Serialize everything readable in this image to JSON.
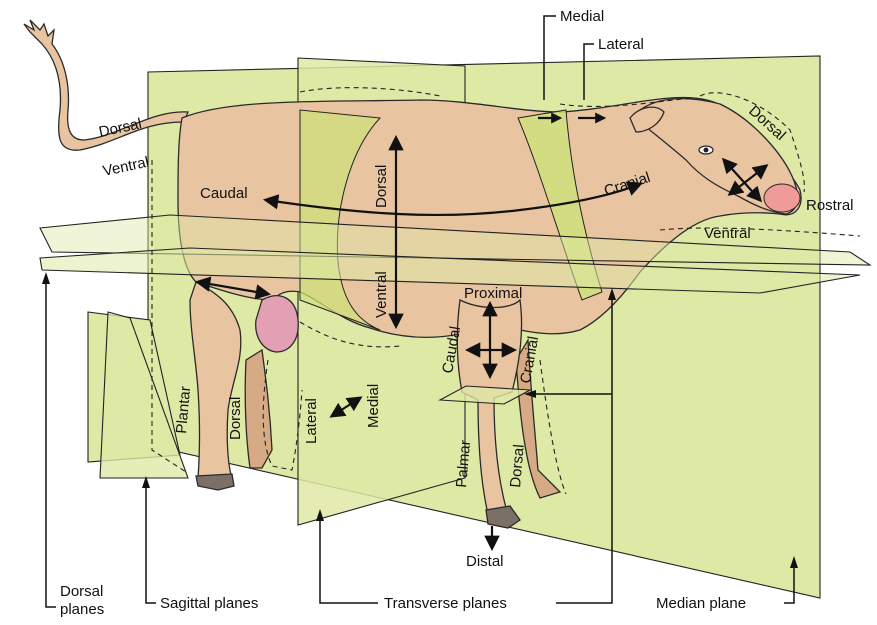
{
  "colors": {
    "plane_fill": "#dfe9a6",
    "plane_highlight": "#cfe07a",
    "cow_body": "#e8c4a1",
    "cow_shadow": "#d6aa84",
    "udder": "#e3a0b4",
    "nose": "#f19a9a",
    "hoof": "#7c6f68",
    "line": "#111111"
  },
  "labels": {
    "dorsal_tail": "Dorsal",
    "ventral_tail": "Ventral",
    "caudal": "Caudal",
    "cranial": "Cranial",
    "dorsal_trunk": "Dorsal",
    "ventral_trunk": "Ventral",
    "medial_top": "Medial",
    "lateral_top": "Lateral",
    "dorsal_head": "Dorsal",
    "rostral": "Rostral",
    "ventral_head": "Ventral",
    "proximal": "Proximal",
    "caudal_leg": "Caudal",
    "cranial_leg": "Cranial",
    "plantar": "Plantar",
    "dorsal_hindleg": "Dorsal",
    "lateral_leg": "Lateral",
    "medial_leg": "Medial",
    "palmar": "Palmar",
    "dorsal_foreleg": "Dorsal",
    "distal": "Distal"
  },
  "planes": {
    "dorsal": "Dorsal planes",
    "dorsal_line1": "Dorsal",
    "dorsal_line2": "planes",
    "sagittal": "Sagittal planes",
    "transverse": "Transverse planes",
    "median": "Median plane"
  }
}
